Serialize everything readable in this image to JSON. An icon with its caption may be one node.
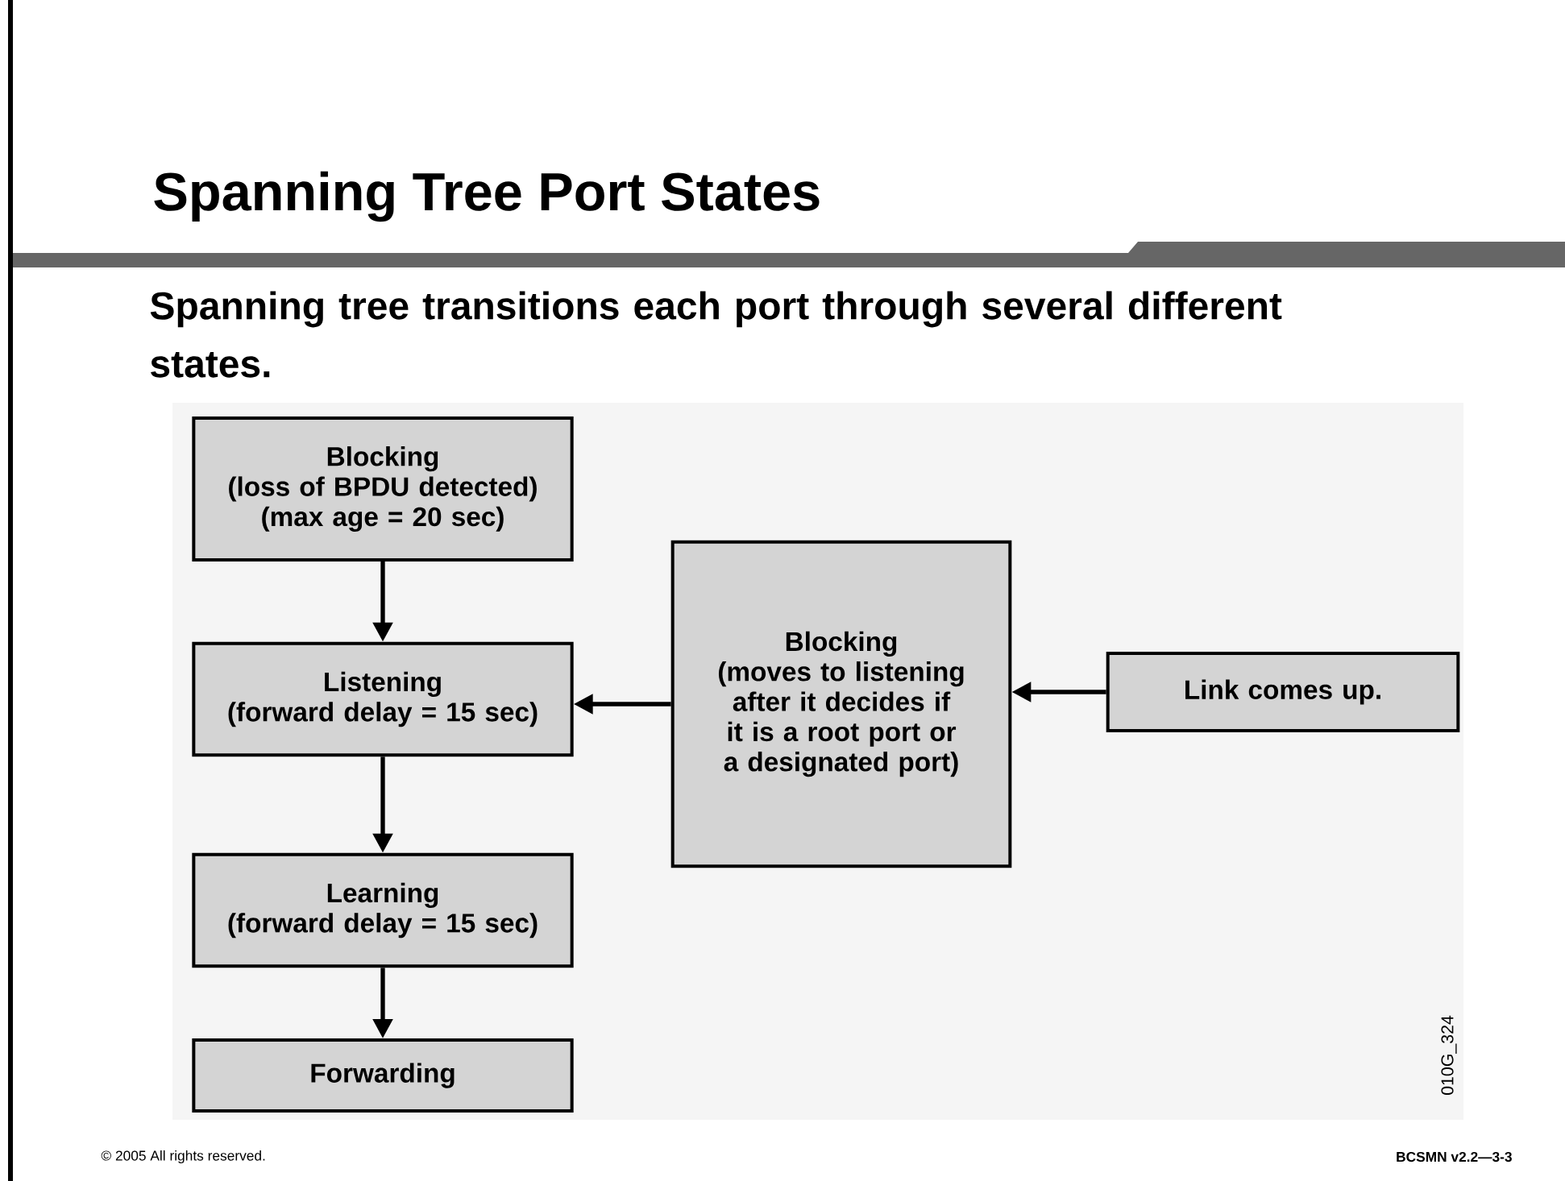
{
  "diagram": {
    "title": "Spanning Tree Port States",
    "caption": "Spanning tree transitions each port through several different states.",
    "nodes": [
      {
        "text": [
          "Blocking",
          "(loss of BPDU detected) (max age = 20 sec)"
        ]
      },
      {
        "text": [
          "Listening",
          "(forward delay = 15 sec)"
        ]
      },
      {
        "text": [
          "Learning",
          "(forward delay = 15 sec)"
        ]
      },
      {
        "text": [
          "Forwarding"
        ]
      },
      {
        "text": [
          "Blocking",
          "(moves to listening after it decides if it is a root port or a designated port)"
        ]
      },
      {
        "text": [
          "Link comes up."
        ]
      }
    ],
    "edges": [
      {
        "from": 0,
        "to": 1,
        "arrow": "to"
      },
      {
        "from": 1,
        "to": 2,
        "arrow": "to"
      },
      {
        "from": 2,
        "to": 3,
        "arrow": "to"
      },
      {
        "from": 4,
        "to": 1,
        "arrow": "to"
      },
      {
        "from": 5,
        "to": 4,
        "arrow": "to"
      }
    ],
    "labels": [
      "010G_324",
      "© 2005 All rights reserved.",
      "BCSMN v2.2—3-3"
    ]
  }
}
